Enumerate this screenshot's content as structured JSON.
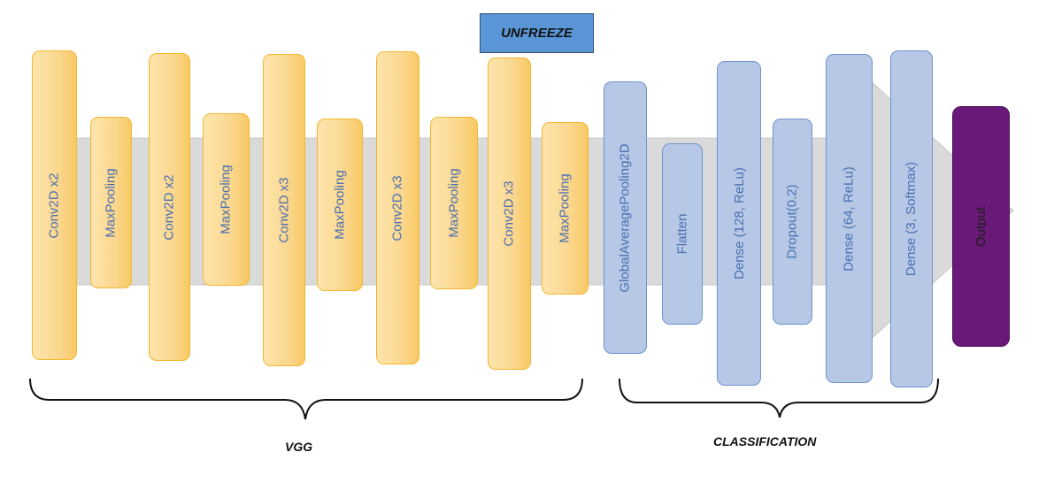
{
  "button": {
    "unfreeze": "UNFREEZE"
  },
  "vgg_layers": [
    "Conv2D x2",
    "MaxPooling",
    "Conv2D x2",
    "MaxPooling",
    "Conv2D x3",
    "MaxPooling",
    "Conv2D x3",
    "MaxPooling",
    "Conv2D x3",
    "MaxPooling"
  ],
  "classification_layers": [
    "GlobalAveragePooling2D",
    "Flatten",
    "Dense (128, ReLu)",
    "Dropout(0.2)",
    "Dense (64, ReLu)",
    "Dense (3, Softmax)"
  ],
  "output_label": "Output",
  "groups": {
    "vgg": "VGG",
    "classification": "CLASSIFICATION"
  },
  "colors": {
    "vgg_fill": "#fbd78e",
    "vgg_border": "#f3b72e",
    "classification_fill": "#b6c8e6",
    "classification_border": "#6f92cf",
    "output_fill": "#691a78",
    "arrow_fill": "#dadada",
    "button_fill": "#5a96d6"
  }
}
